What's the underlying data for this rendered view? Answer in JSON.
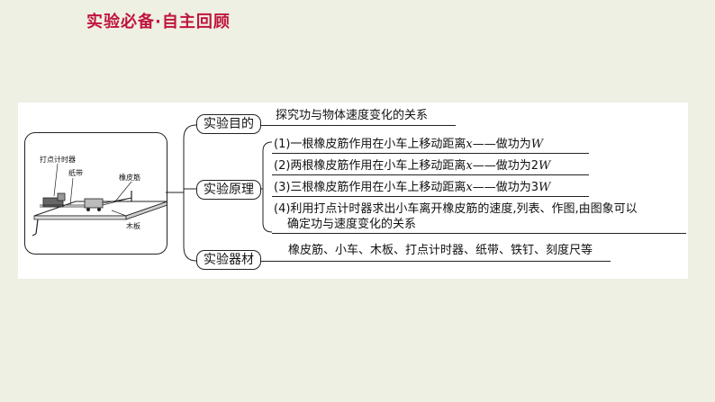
{
  "header": {
    "title": "实验必备·自主回顾"
  },
  "figure": {
    "labels": {
      "timer": "打点计时器",
      "tape": "纸带",
      "rubber_band": "橡皮筋",
      "board": "木板"
    }
  },
  "mindmap": {
    "purpose": {
      "label": "实验目的",
      "text": "探究功与物体速度变化的关系"
    },
    "principle": {
      "label": "实验原理",
      "items": [
        {
          "text": "(1)一根橡皮筋作用在小车上移动距离",
          "var": "x",
          "dash": "——",
          "result": "做功为",
          "result_var": "W"
        },
        {
          "text": "(2)两根橡皮筋作用在小车上移动距离",
          "var": "x",
          "dash": "——",
          "result": "做功为2",
          "result_var": "W"
        },
        {
          "text": "(3)三根橡皮筋作用在小车上移动距离",
          "var": "x",
          "dash": "——",
          "result": "做功为3",
          "result_var": "W"
        }
      ],
      "item4_line1": "(4)利用打点计时器求出小车离开橡皮筋的速度,列表、作图,由图象可以",
      "item4_line2": "确定功与速度变化的关系"
    },
    "equipment": {
      "label": "实验器材",
      "text": "橡皮筋、小车、木板、打点计时器、纸带、铁钉、刻度尺等"
    }
  }
}
